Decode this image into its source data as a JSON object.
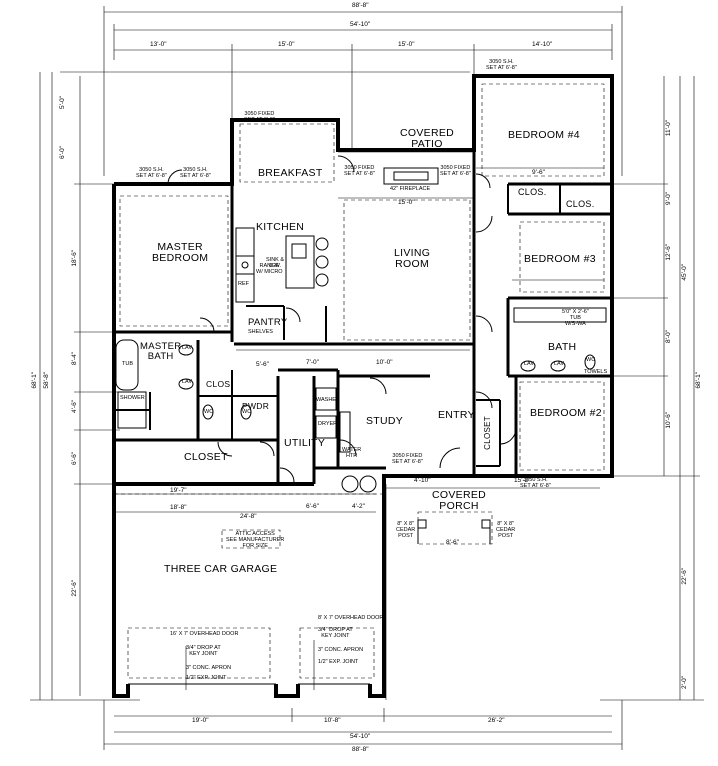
{
  "rooms": {
    "covered_patio": "COVERED\nPATIO",
    "bedroom4": "BEDROOM #4",
    "breakfast": "BREAKFAST",
    "master_bedroom": "MASTER\nBEDROOM",
    "kitchen": "KITCHEN",
    "living_room": "LIVING\nROOM",
    "bedroom3": "BEDROOM #3",
    "clos1": "CLOS.",
    "clos2": "CLOS.",
    "pantry": "PANTRY",
    "bath": "BATH",
    "master_bath": "MASTER\nBATH",
    "clos3": "CLOS",
    "pwdr": "PWDR",
    "study": "STUDY",
    "entry": "ENTRY",
    "bedroom2": "BEDROOM #2",
    "utility": "UTILITY",
    "closet": "CLOSET",
    "closet_vert": "CLOSET",
    "covered_porch": "COVERED\nPORCH",
    "garage": "THREE CAR GARAGE"
  },
  "dimensions": {
    "top_total": "88'-8\"",
    "top_sub": "54'-10\"",
    "top_segments": [
      "13'-0\"",
      "15'-0\"",
      "15'-0\"",
      "14'-10\""
    ],
    "bottom_segments": [
      "19'-0\"",
      "10'-8\"",
      "26'-2\""
    ],
    "bottom_sub": "54'-10\"",
    "bottom_total": "88'-8\"",
    "right_total": "68'-1\"",
    "right_sub": "45'-0\"",
    "right_segments": [
      "11'-0\"",
      "9'-0\"",
      "12'-6\"",
      "8'-0\"",
      "10'-6\"",
      "22'-6\"",
      "2'-0\""
    ],
    "left_total": "68'-1\"",
    "left_sub": "58'-8\"",
    "left_segments": [
      "5'-0\"",
      "6'-0\"",
      "18'-6\"",
      "8'-4\"",
      "4'-6\"",
      "6'-6\"",
      "22'-6\""
    ],
    "interior": [
      "10'-0\"",
      "15'-0\"",
      "4'-10\"",
      "7'-0\"",
      "9'-6\"",
      "5'-6\"",
      "19'-7\"",
      "18'-8\"",
      "24'-8\"",
      "8'-6\"",
      "6'-6\"",
      "4'-2\"",
      "15'-2\""
    ]
  },
  "notes": {
    "w3050_patio": "3050 FIXED\nSET AT 6'-8\"",
    "w3050_patio2": "3050 FIXED\nSET AT 6'-8\"",
    "w3050_master": "3050 S.H.\nSET AT 6'-8\"",
    "w3050_master2": "3050 S.H.\nSET AT 6'-8\"",
    "w3050_bed4": "3050 S.H.\nSET AT 6'-8\"",
    "fireplace": "42\" FIREPLACE",
    "w3050_study": "3050 FIXED\nSET AT 6'-8\"",
    "w3050_bed2": "3050 S.H.\nSET AT 6'-8\"",
    "overhead_doors_left": "16' X 7' OVERHEAD DOOR",
    "overhead_door_right": "8' X 7' OVERHEAD DOOR",
    "drop_at_key_left": "3/4\" DROP AT\nKEY JOINT",
    "drop_at_key_right": "3/4\" DROP AT\nKEY JOINT",
    "conc_apron_left": "3\" CONC. APRON",
    "conc_apron_right": "3\" CONC. APRON",
    "exp_joint_left": "1/2\" EXP. JOINT",
    "exp_joint_right": "1/2\" EXP. JOINT",
    "attic_access": "ATTIC ACCESS\nSEE MANUFACTURER\nFOR SIZE",
    "washer": "WASHER",
    "dryer": "DRYER",
    "water_htr": "WATER\nHTR",
    "lav": "LAV",
    "wc": "WC",
    "shower": "SHOWER",
    "tub": "TUB",
    "tub_ws": "5'0\" X 2'-6\"\nTUB\nW/S-WA",
    "towels": "TOWELS",
    "shelves": "SHELVES",
    "sink_dw": "SINK &\nD.W.",
    "ref": "REF",
    "range": "RANGE\nW/ MICRO",
    "cedar_post": "8\" X 8\"\nCEDAR\nPOST"
  }
}
